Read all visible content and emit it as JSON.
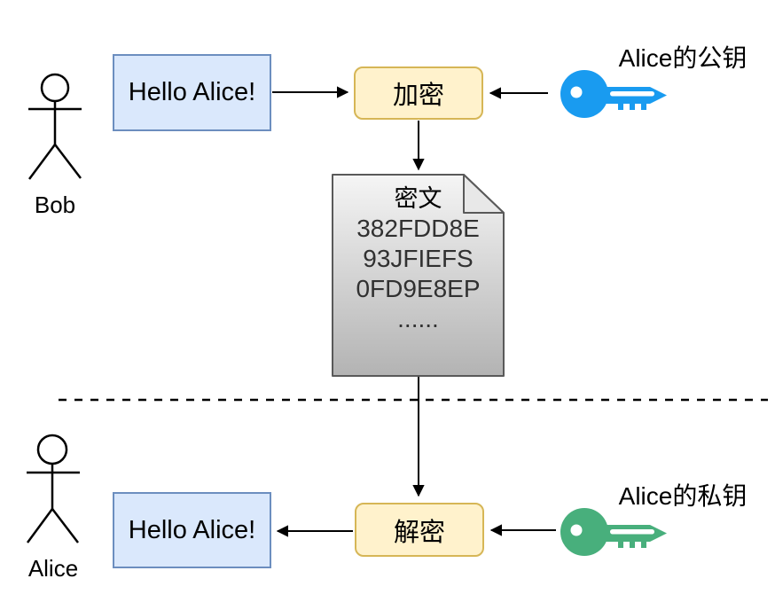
{
  "colors": {
    "message_box_fill": "#dae8fc",
    "message_box_border": "#6c8ebf",
    "process_box_fill": "#fff2cc",
    "process_box_border": "#d6b656",
    "document_gradient_top": "#f5f5f5",
    "document_gradient_bottom": "#b3b3b3",
    "document_border": "#595959",
    "document_fold_fill": "#e8e8e8",
    "public_key": "#199bf0",
    "private_key": "#48af7c",
    "line_color": "#000000"
  },
  "top_section": {
    "actor_name": "Bob",
    "message_text": "Hello Alice!",
    "process_label": "加密",
    "key_label": "Alice的公钥"
  },
  "ciphertext_document": {
    "title": "密文",
    "lines": [
      "382FDD8E",
      "93JFIEFS",
      "0FD9E8EP",
      "......"
    ]
  },
  "bottom_section": {
    "actor_name": "Alice",
    "message_text": "Hello Alice!",
    "process_label": "解密",
    "key_label": "Alice的私钥"
  }
}
